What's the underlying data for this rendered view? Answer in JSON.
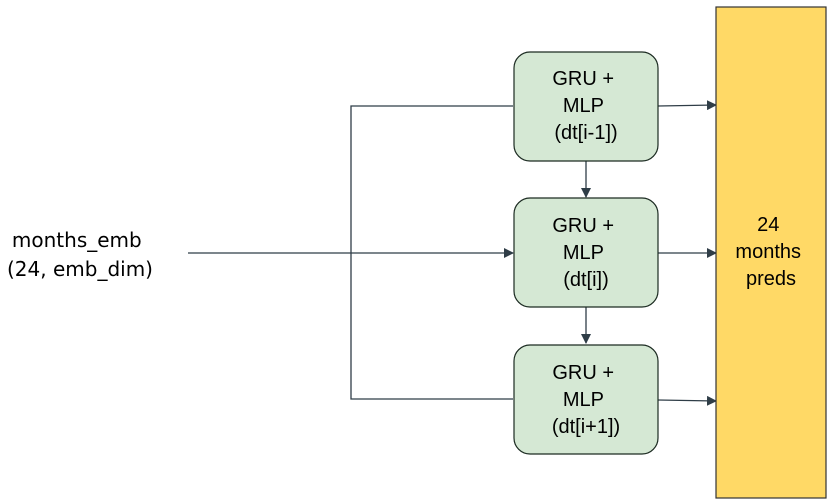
{
  "input": {
    "lines": [
      "months_emb",
      "(24, emb_dim)"
    ]
  },
  "blocks": [
    {
      "lines": [
        "GRU +",
        "MLP",
        "(dt[i-1])"
      ]
    },
    {
      "lines": [
        "GRU +",
        "MLP",
        "(dt[i])"
      ]
    },
    {
      "lines": [
        "GRU +",
        "MLP",
        "(dt[i+1])"
      ]
    }
  ],
  "output": {
    "lines": [
      "24",
      "months",
      "preds"
    ]
  },
  "colors": {
    "block_fill": "#d5e8d4",
    "block_stroke": "#1c2b22",
    "output_fill": "#ffd966",
    "output_stroke": "#333333",
    "line": "#2f3d47"
  }
}
